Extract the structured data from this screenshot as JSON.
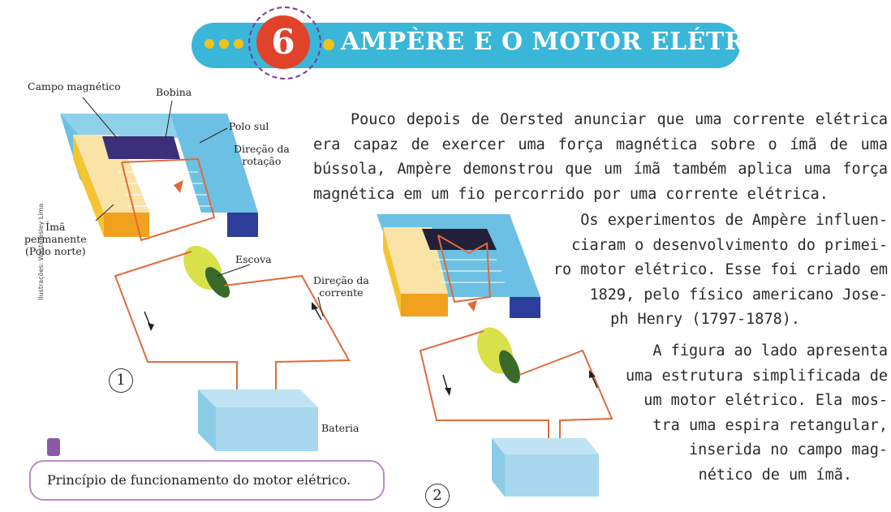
{
  "header": {
    "number": "6",
    "title": "AMPÈRE E O MOTOR ELÉTRICO"
  },
  "body": {
    "paragraph_1": "Pouco depois de Oersted anunciar que uma corrente elétrica era capaz de exercer uma força magnética sobre o ímã de uma bússola, Ampère demonstrou que um ímã também aplica uma força magnética em um fio percorrido por uma corrente elétrica.",
    "paragraph_2_lines": [
      "Os experimentos de Ampère influen-",
      "ciaram o desenvolvimento do primei-",
      "ro motor elétrico. Esse foi criado em",
      "1829, pelo físico americano Jose-",
      "ph Henry (1797-1878)."
    ],
    "paragraph_3_lines": [
      "A figura ao lado apresenta",
      "uma estrutura simplificada de",
      "um motor elétrico. Ela mos-",
      "tra uma espira retangular,",
      "inserida no campo mag-",
      "nético de um ímã."
    ]
  },
  "diagram": {
    "labels": {
      "campo_magnetico": "Campo magnético",
      "bobina": "Bobina",
      "polo_sul": "Polo sul",
      "direcao_rotacao": "Direção da\nrotação",
      "ima_permanente": "Ímã\npermanente\n(Polo norte)",
      "escova": "Escova",
      "direcao_corrente": "Direção da\ncorrente",
      "bateria": "Bateria"
    },
    "figure_1": "1",
    "figure_2": "2",
    "credit": "Ilustrações: Wasteresley Lima",
    "caption": "Princípio de funcionamento do motor elétrico."
  },
  "colors": {
    "banner": "#3ab6d8",
    "badge": "#e0432a",
    "dots": "#f2c21b",
    "caption_border": "#b98cc4"
  }
}
